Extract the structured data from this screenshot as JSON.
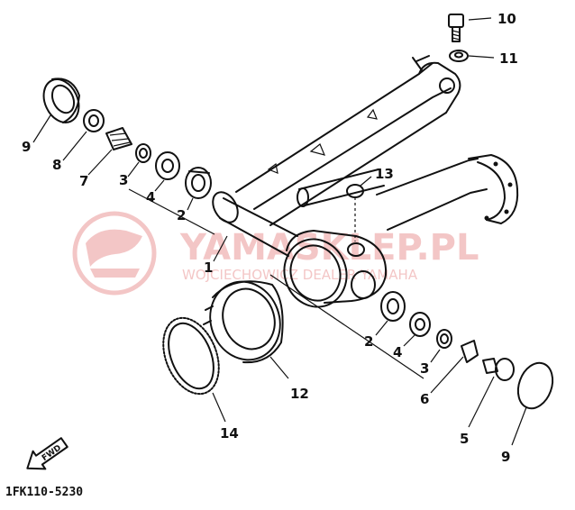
{
  "diagram": {
    "reference_code": "1FK110-5230",
    "fwd_label": "FWD",
    "callouts": [
      {
        "id": "c10",
        "text": "10"
      },
      {
        "id": "c11",
        "text": "11"
      },
      {
        "id": "c9a",
        "text": "9"
      },
      {
        "id": "c8",
        "text": "8"
      },
      {
        "id": "c7",
        "text": "7"
      },
      {
        "id": "c3a",
        "text": "3"
      },
      {
        "id": "c4a",
        "text": "4"
      },
      {
        "id": "c2a",
        "text": "2"
      },
      {
        "id": "c13",
        "text": "13"
      },
      {
        "id": "c1",
        "text": "1"
      },
      {
        "id": "c2b",
        "text": "2"
      },
      {
        "id": "c4b",
        "text": "4"
      },
      {
        "id": "c3b",
        "text": "3"
      },
      {
        "id": "c6",
        "text": "6"
      },
      {
        "id": "c5",
        "text": "5"
      },
      {
        "id": "c9b",
        "text": "9"
      },
      {
        "id": "c12",
        "text": "12"
      },
      {
        "id": "c14",
        "text": "14"
      }
    ]
  },
  "watermark": {
    "brand": "YAMASKLEP.PL",
    "subtitle": "WOJCIECHOWICZ DEALER YAMAHA",
    "color": "#f0b4b4"
  }
}
